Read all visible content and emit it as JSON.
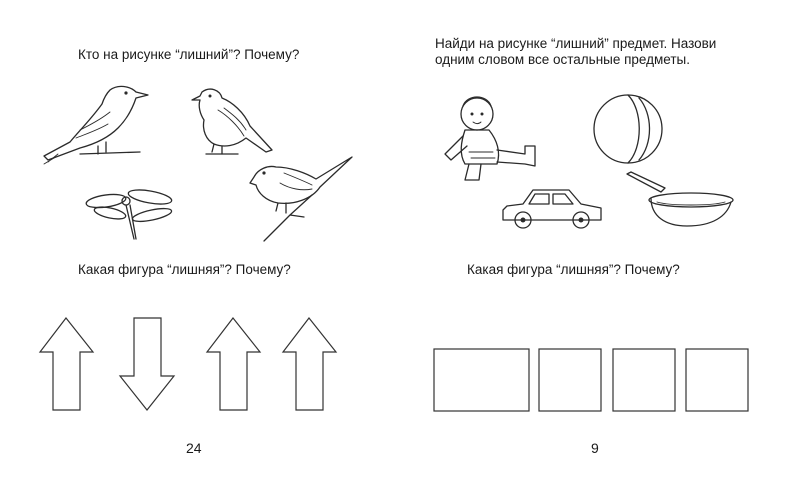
{
  "left_page": {
    "task1": "Кто на рисунке “лишний”? Почему?",
    "task1_pictures": [
      "crow",
      "sparrow",
      "dragonfly",
      "tit"
    ],
    "task2": "Какая фигура “лишняя”? Почему?",
    "task2_shapes": [
      "arrow-up",
      "arrow-down",
      "arrow-up",
      "arrow-up"
    ],
    "page_number": "24"
  },
  "right_page": {
    "task1_line1": "Найди на рисунке “лишний” предмет. Назови",
    "task1_line2": "одним словом все остальные предметы.",
    "task1_pictures": [
      "doll",
      "ball",
      "car",
      "frying-pan"
    ],
    "task2": "Какая фигура “лишняя”? Почему?",
    "task2_shapes": [
      "rectangle",
      "square",
      "square",
      "square"
    ],
    "page_number": "9"
  }
}
